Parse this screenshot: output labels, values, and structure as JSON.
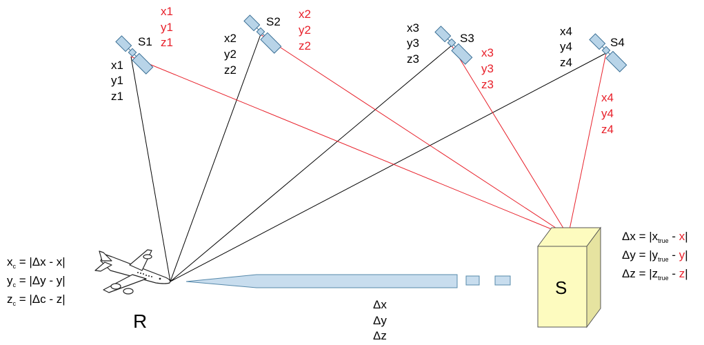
{
  "colors": {
    "black_line": "#000000",
    "red_line": "#e8202a",
    "satellite_panel": "#b8d4e8",
    "satellite_outline": "#3a6f95",
    "station_face": "#fdfbbf",
    "station_side": "#e6e3a0",
    "arrow_fill": "#c8ddee",
    "arrow_stroke": "#5588aa"
  },
  "satellites": [
    {
      "name": "S1",
      "black": [
        "x1",
        "y1",
        "z1"
      ],
      "red": [
        "x1",
        "y1",
        "z1"
      ],
      "icon": "satellite-icon"
    },
    {
      "name": "S2",
      "black": [
        "x2",
        "y2",
        "z2"
      ],
      "red": [
        "x2",
        "y2",
        "z2"
      ],
      "icon": "satellite-icon"
    },
    {
      "name": "S3",
      "black": [
        "x3",
        "y3",
        "z3"
      ],
      "red": [
        "x3",
        "y3",
        "z3"
      ],
      "icon": "satellite-icon"
    },
    {
      "name": "S4",
      "black": [
        "x4",
        "y4",
        "z4"
      ],
      "red": [
        "x4",
        "y4",
        "z4"
      ],
      "icon": "satellite-icon"
    }
  ],
  "receiver": {
    "label": "R",
    "icon": "airplane-icon",
    "equations": [
      {
        "lhs": "x",
        "sub": "c",
        "rhs": " = |Δx - x|"
      },
      {
        "lhs": "y",
        "sub": "c",
        "rhs": " = |Δy - y|"
      },
      {
        "lhs": "z",
        "sub": "c",
        "rhs": " = |Δc - z|"
      }
    ]
  },
  "station": {
    "label": "S",
    "icon": "reference-station-icon",
    "equations": [
      {
        "pre": "Δx = |x",
        "sub": "true",
        "mid": " - ",
        "red": "x",
        "post": "|"
      },
      {
        "pre": "Δy = |y",
        "sub": "true",
        "mid": " - ",
        "red": "y",
        "post": "|"
      },
      {
        "pre": "Δz = |z",
        "sub": "true",
        "mid": " - ",
        "red": "z",
        "post": "|"
      }
    ]
  },
  "corrections": [
    "Δx",
    "Δy",
    "Δz"
  ]
}
